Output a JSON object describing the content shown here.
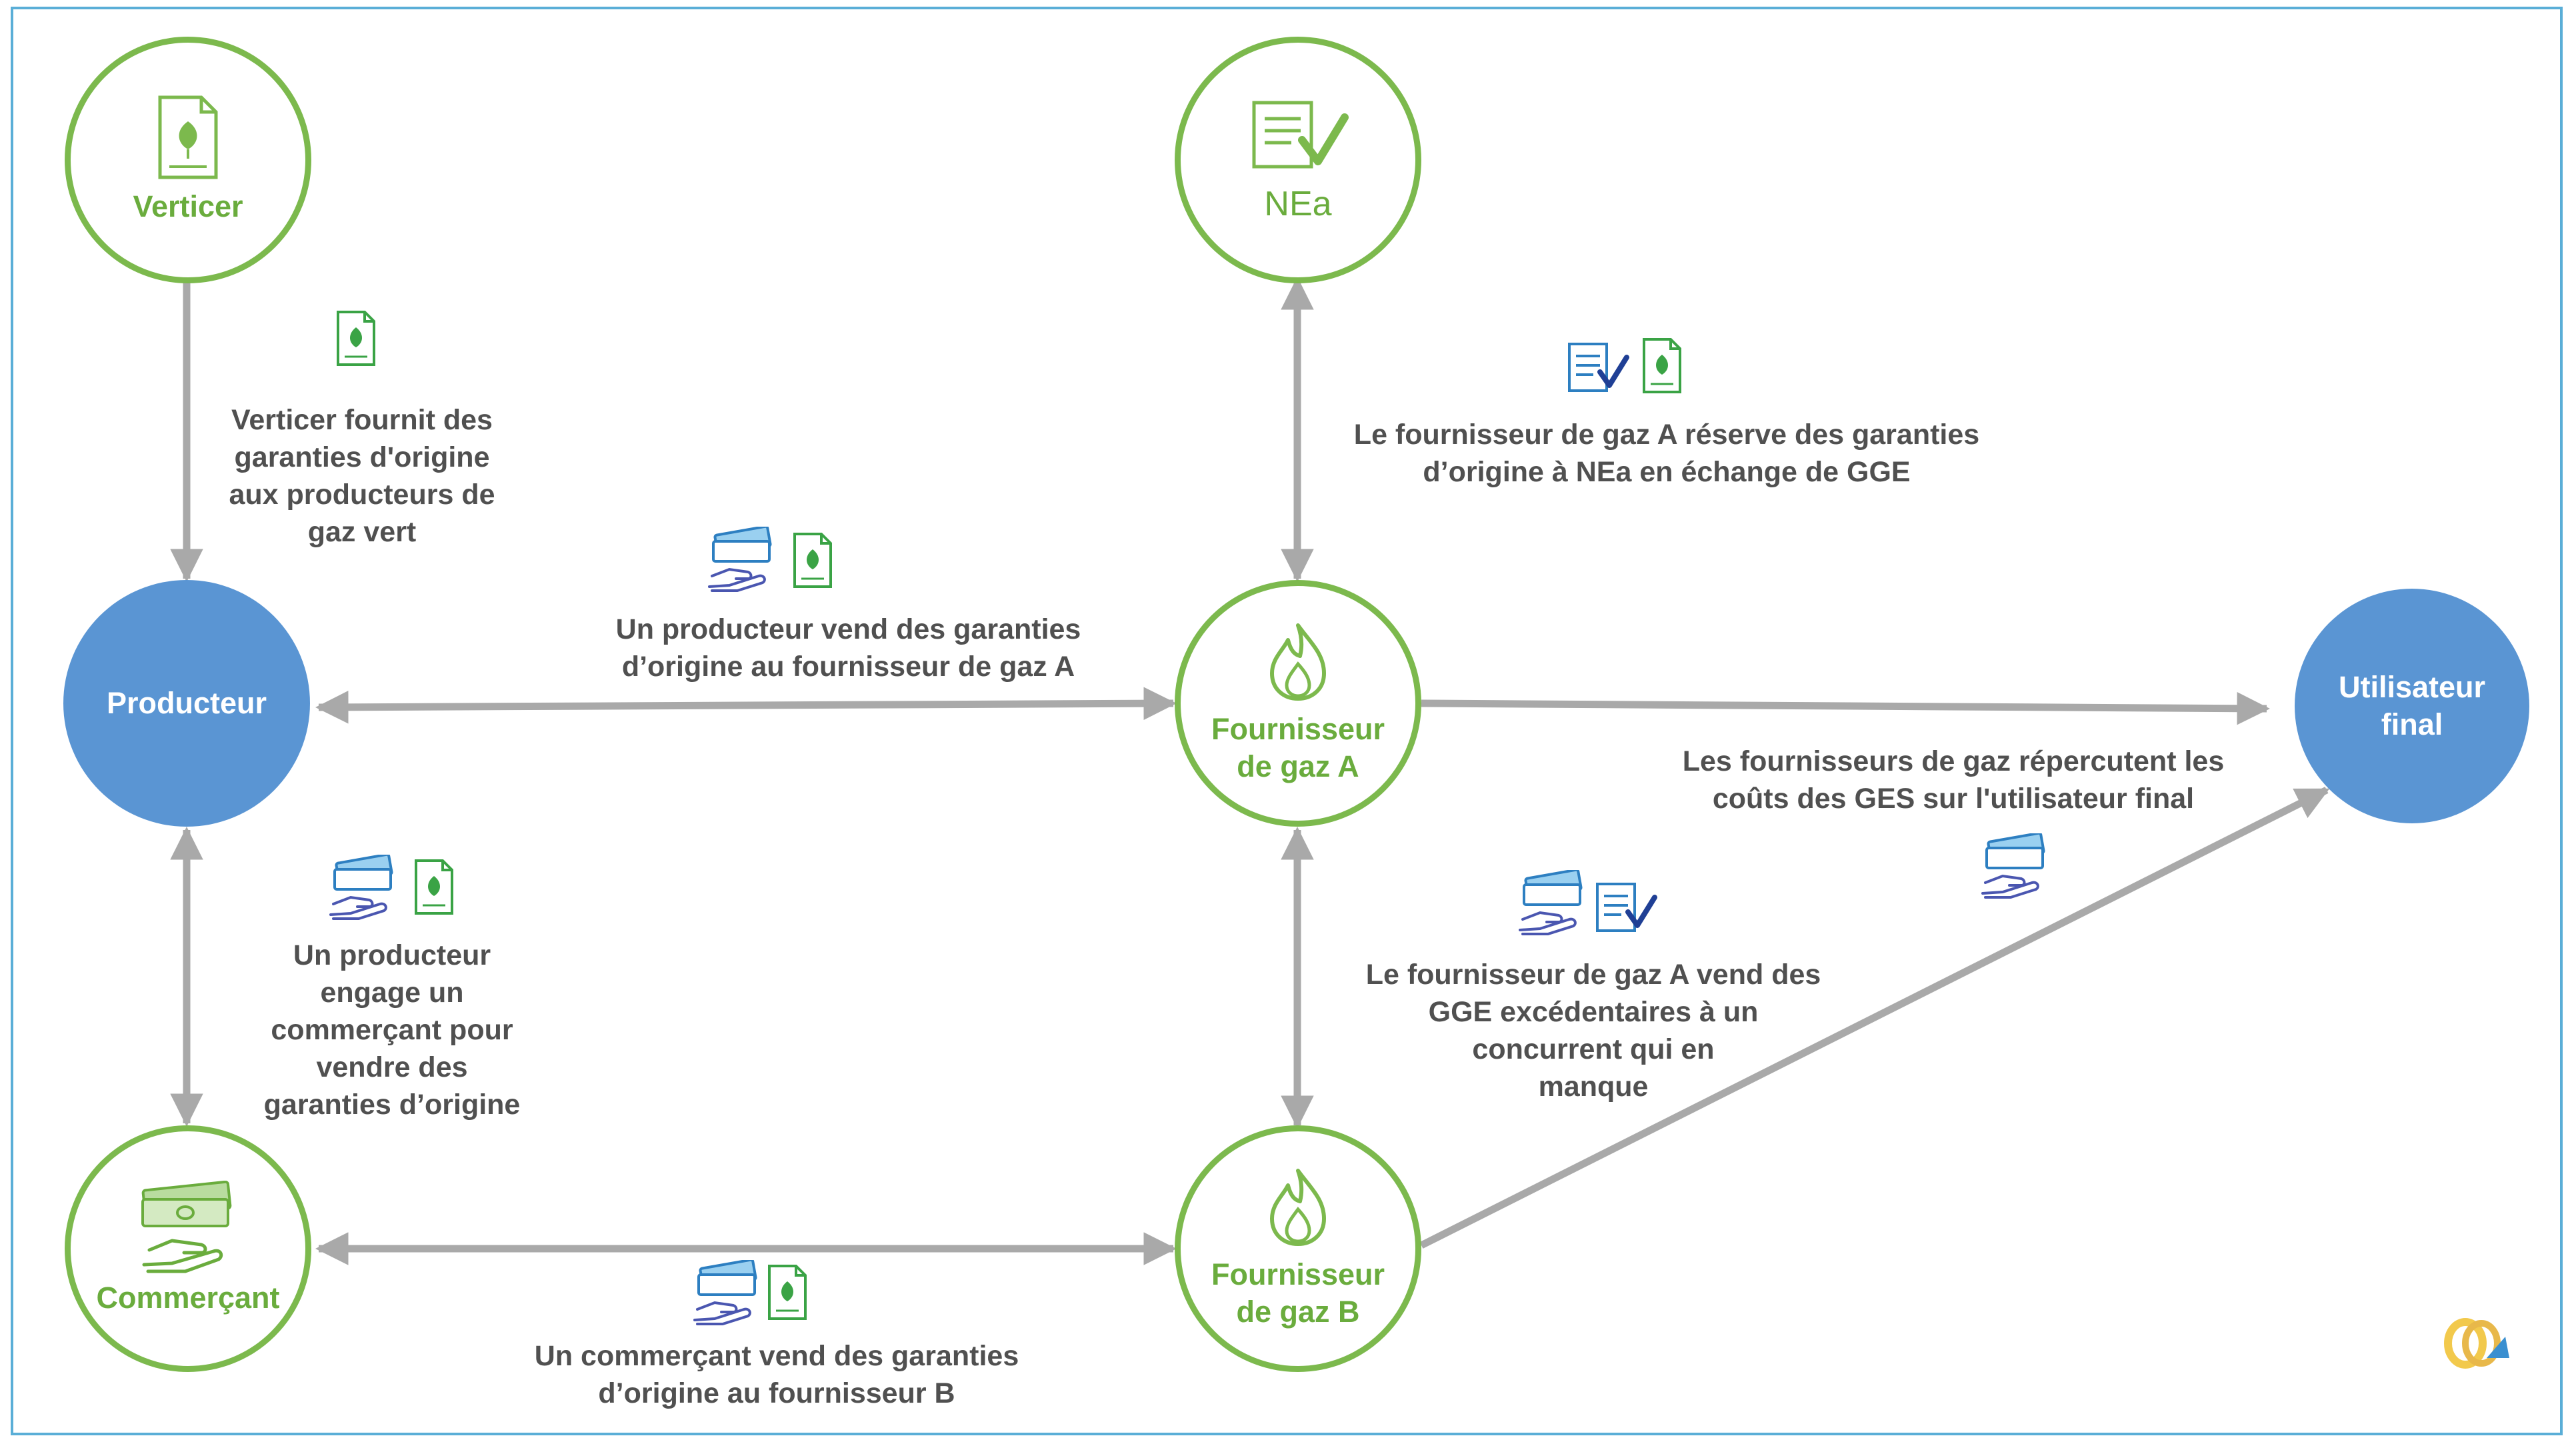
{
  "nodes": {
    "verticer": "Verticer",
    "nea": "NEa",
    "producteur": "Producteur",
    "fournisseur_a": "Fournisseur\nde gaz A",
    "utilisateur": "Utilisateur\nfinal",
    "commercant": "Commerçant",
    "fournisseur_b": "Fournisseur\nde gaz B"
  },
  "captions": {
    "verticer_producteur": "Verticer fournit des\ngaranties d'origine\naux producteurs de\ngaz vert",
    "producteur_fournisseur_a": "Un producteur vend des garanties\nd’origine au fournisseur de gaz A",
    "nea_fournisseur_a": "Le fournisseur de gaz A réserve des garanties\nd’origine à NEa en échange de GGE",
    "fournisseurs_utilisateur": "Les fournisseurs de gaz répercutent les\ncoûts des GES sur l'utilisateur final",
    "producteur_commercant": "Un producteur\nengage un\ncommerçant pour\nvendre des\ngaranties d’origine",
    "fournisseur_a_b": "Le fournisseur de gaz A vend des\nGGE excédentaires à un\nconcurrent qui en\nmanque",
    "commercant_fournisseur_b": "Un commerçant vend des garanties\nd’origine au fournisseur B"
  },
  "icons": [
    "certificate-icon",
    "document-check-icon",
    "money-hand-icon",
    "flame-icon",
    "cash-stack-icon",
    "brand-logo-icon"
  ],
  "colors": {
    "green": "#7cb94d",
    "green_text": "#6aac3d",
    "blue": "#5a95d3",
    "arrow": "#a9a9a9",
    "caption": "#505050",
    "frame": "#5aaed7"
  }
}
